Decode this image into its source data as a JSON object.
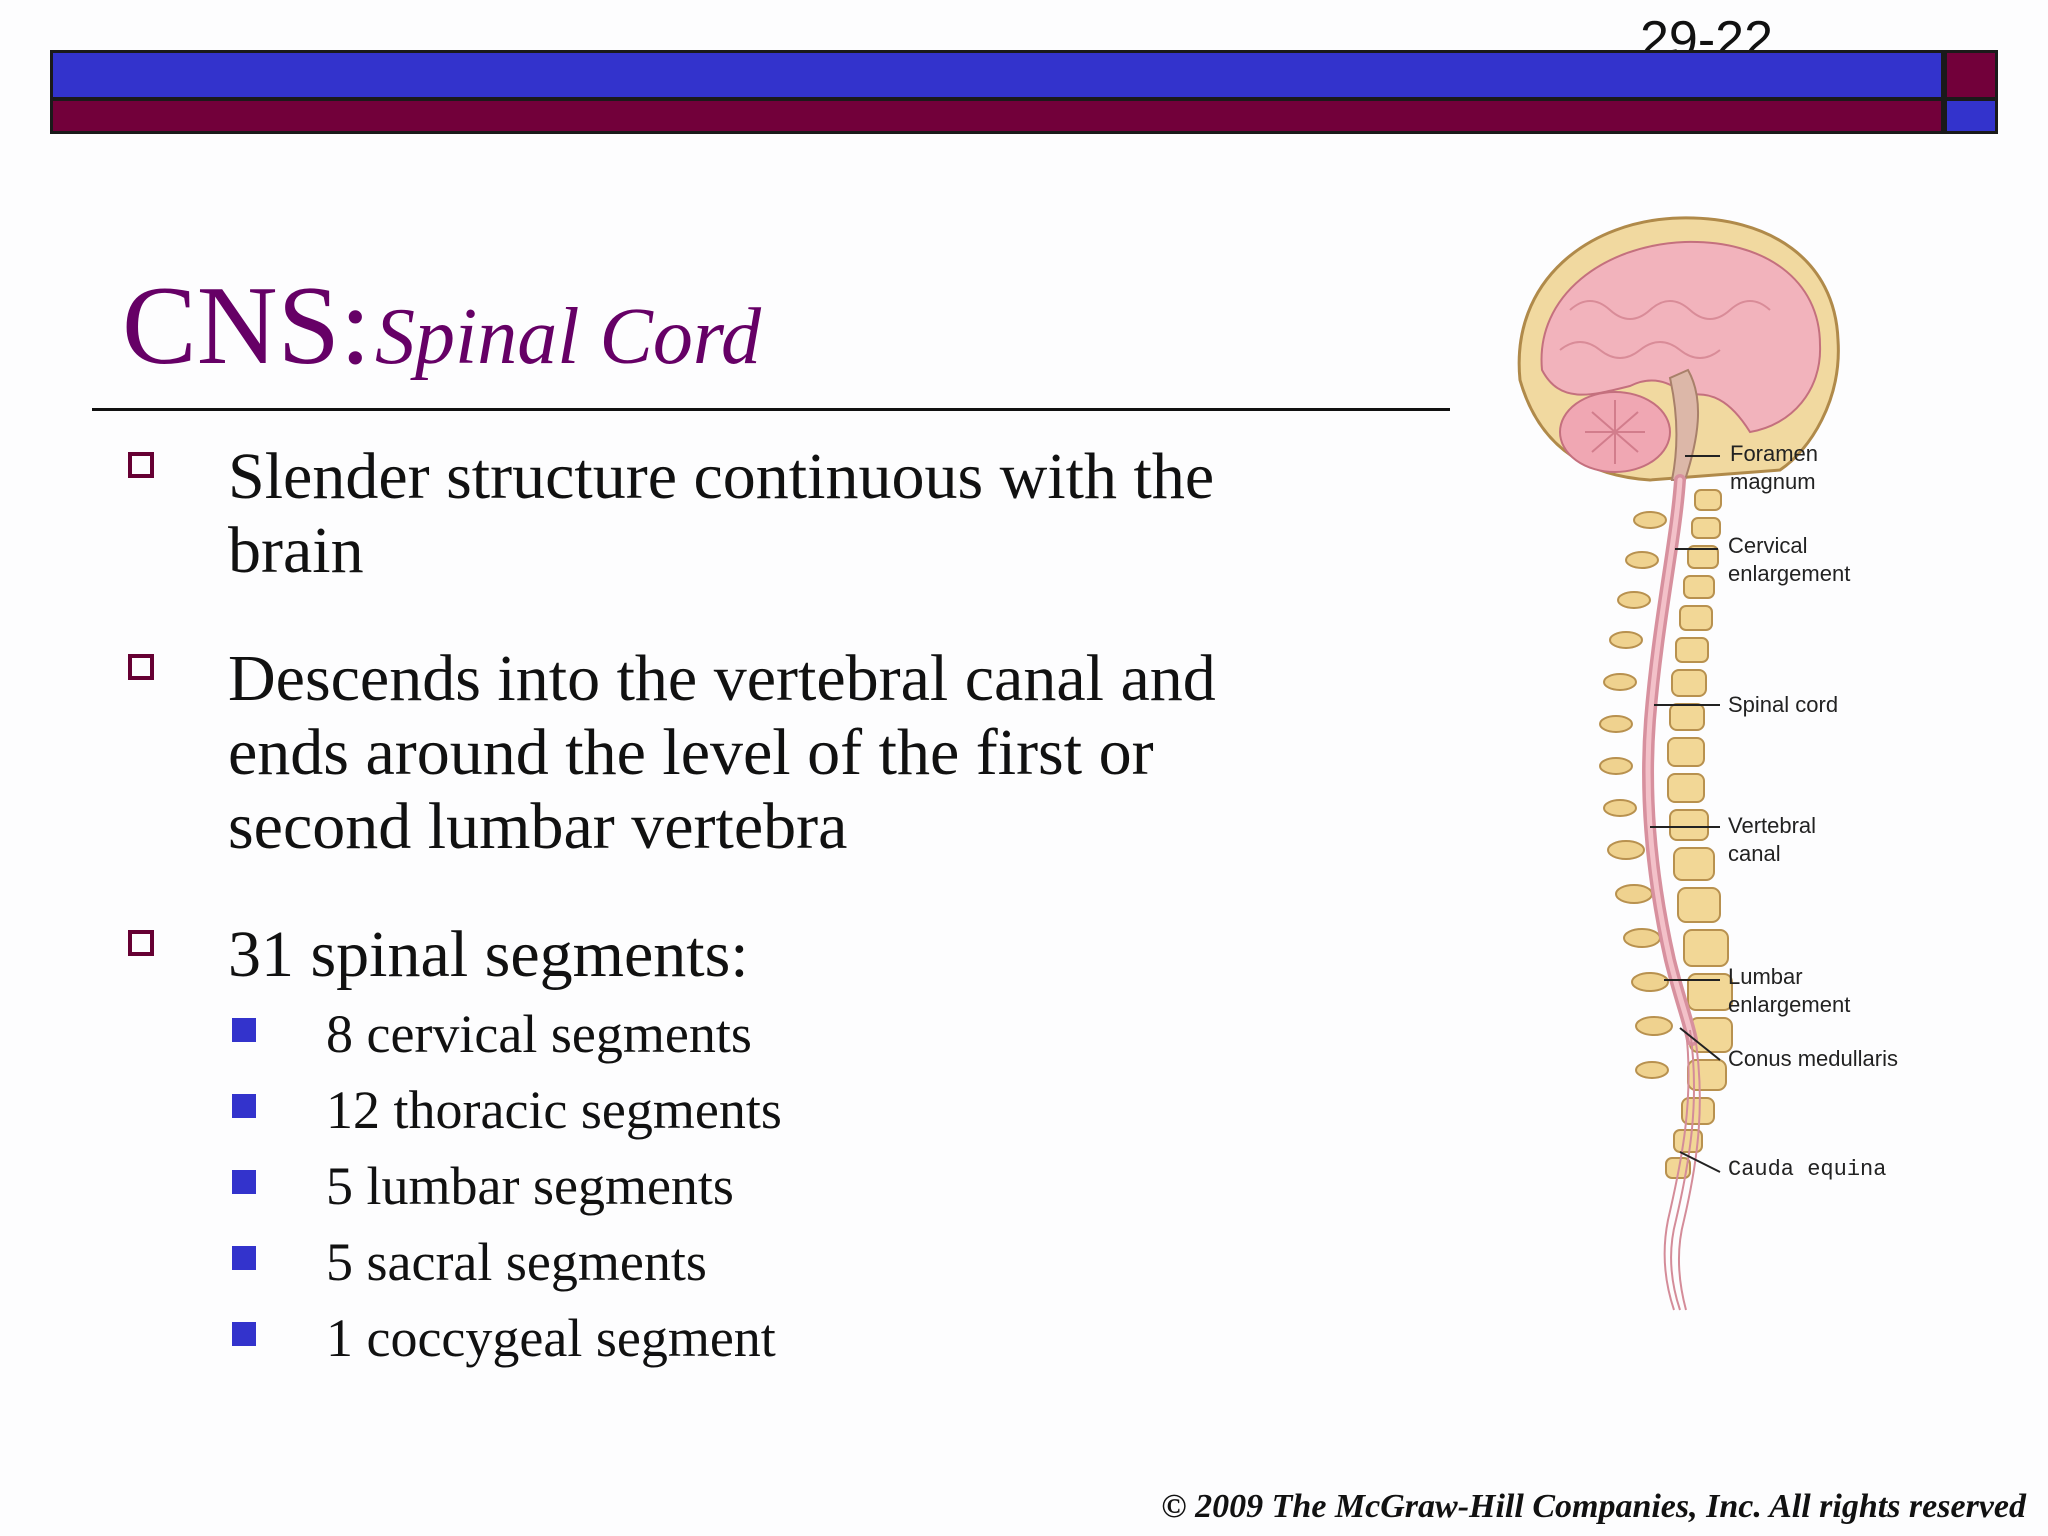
{
  "slide": {
    "number": "29-22",
    "title_main": "CNS:",
    "title_sub": "Spinal Cord"
  },
  "bullets": [
    {
      "lines": [
        "Slender structure continuous with the",
        "brain"
      ]
    },
    {
      "lines": [
        "Descends into the vertebral canal and",
        "ends around the level of the first or",
        "second lumbar vertebra"
      ]
    },
    {
      "lines": [
        "31 spinal segments:"
      ]
    }
  ],
  "sub_bullets": [
    "8 cervical segments",
    "12 thoracic segments",
    "5 lumbar segments",
    "5 sacral segments",
    "1 coccygeal segment"
  ],
  "figure": {
    "labels": {
      "foramen_magnum": "Foramen\nmagnum",
      "cervical_enlargement": "Cervical\nenlargement",
      "spinal_cord": "Spinal cord",
      "vertebral_canal": "Vertebral\ncanal",
      "lumbar_enlargement": "Lumbar\nenlargement",
      "conus_medullaris": "Conus medullaris",
      "cauda_equina": "Cauda equina"
    }
  },
  "footer": "© 2009 The McGraw-Hill Companies, Inc. All rights reserved",
  "colors": {
    "accent_blue": "#3333cc",
    "accent_maroon": "#72003a",
    "title_purple": "#660066"
  }
}
